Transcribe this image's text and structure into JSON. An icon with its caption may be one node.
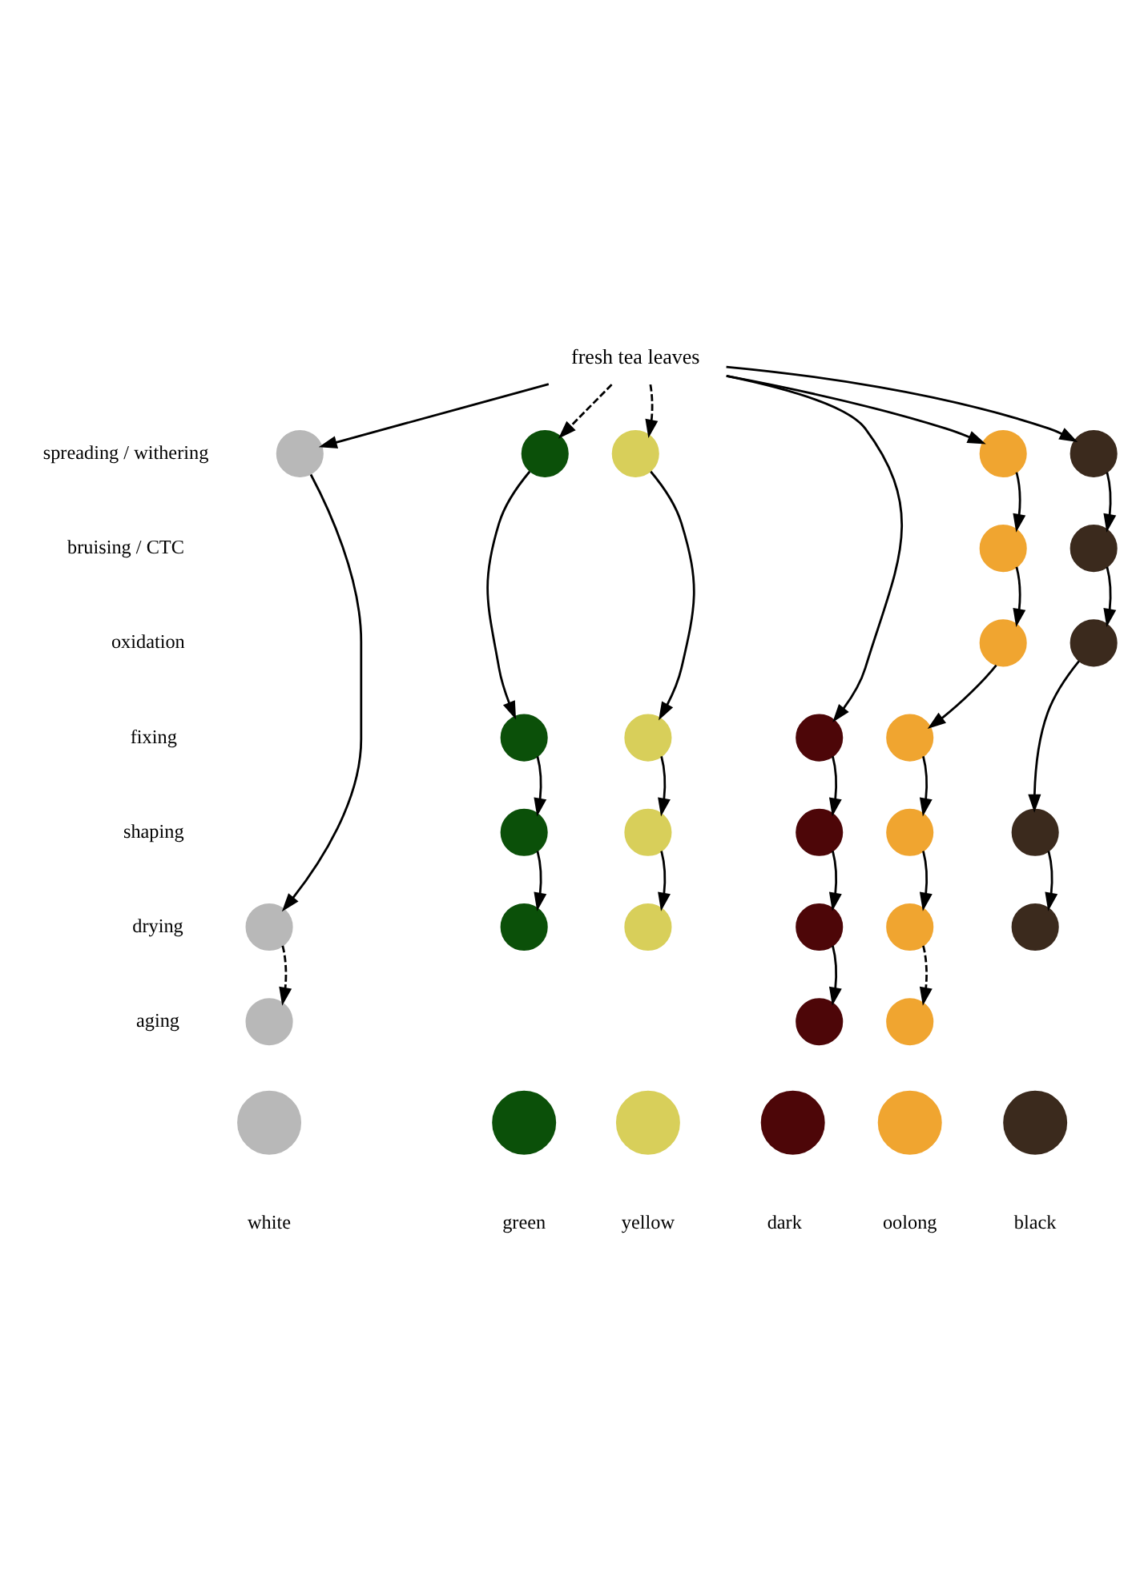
{
  "diagram": {
    "nodes": [
      {
        "text": [
          "fresh tea leaves"
        ]
      },
      {
        "text": [],
        "shape": "circle"
      },
      {
        "text": [],
        "shape": "circle"
      },
      {
        "text": [],
        "shape": "circle"
      },
      {
        "text": [],
        "shape": "circle"
      },
      {
        "text": [],
        "shape": "circle"
      },
      {
        "text": [],
        "shape": "circle"
      },
      {
        "text": [],
        "shape": "circle"
      },
      {
        "text": [],
        "shape": "circle"
      },
      {
        "text": [],
        "shape": "circle"
      },
      {
        "text": [],
        "shape": "circle"
      },
      {
        "text": [],
        "shape": "circle"
      },
      {
        "text": [],
        "shape": "circle"
      },
      {
        "text": [],
        "shape": "circle"
      },
      {
        "text": [],
        "shape": "circle"
      },
      {
        "text": [],
        "shape": "circle"
      },
      {
        "text": [],
        "shape": "circle"
      },
      {
        "text": [],
        "shape": "circle"
      },
      {
        "text": [],
        "shape": "circle"
      },
      {
        "text": [],
        "shape": "circle"
      },
      {
        "text": [],
        "shape": "circle"
      },
      {
        "text": [],
        "shape": "circle"
      },
      {
        "text": [],
        "shape": "circle"
      },
      {
        "text": [],
        "shape": "circle"
      },
      {
        "text": [],
        "shape": "circle"
      },
      {
        "text": [],
        "shape": "circle"
      },
      {
        "text": [],
        "shape": "circle"
      },
      {
        "text": [],
        "shape": "circle"
      },
      {
        "text": [],
        "shape": "circle"
      },
      {
        "text": [],
        "shape": "circle"
      },
      {
        "text": [],
        "shape": "circle"
      },
      {
        "text": [],
        "shape": "circle"
      },
      {
        "text": [],
        "shape": "circle"
      },
      {
        "text": [],
        "shape": "circle"
      }
    ],
    "edges": [
      {
        "from": 0,
        "to": 1,
        "arrow": "to"
      },
      {
        "from": 0,
        "to": 2,
        "arrow": "to",
        "style": "dashed"
      },
      {
        "from": 0,
        "to": 3,
        "arrow": "to",
        "style": "dashed"
      },
      {
        "from": 0,
        "to": 12,
        "arrow": "to"
      },
      {
        "from": 0,
        "to": 4,
        "arrow": "to"
      },
      {
        "from": 0,
        "to": 5,
        "arrow": "to"
      },
      {
        "from": 1,
        "to": 19,
        "arrow": "to"
      },
      {
        "from": 19,
        "to": 25,
        "arrow": "to",
        "style": "dashed"
      },
      {
        "from": 2,
        "to": 10,
        "arrow": "to"
      },
      {
        "from": 10,
        "to": 14,
        "arrow": "to"
      },
      {
        "from": 14,
        "to": 20,
        "arrow": "to"
      },
      {
        "from": 3,
        "to": 11,
        "arrow": "to"
      },
      {
        "from": 11,
        "to": 15,
        "arrow": "to"
      },
      {
        "from": 15,
        "to": 21,
        "arrow": "to"
      },
      {
        "from": 12,
        "to": 16,
        "arrow": "to"
      },
      {
        "from": 16,
        "to": 22,
        "arrow": "to"
      },
      {
        "from": 22,
        "to": 26,
        "arrow": "to"
      },
      {
        "from": 4,
        "to": 6,
        "arrow": "to"
      },
      {
        "from": 6,
        "to": 8,
        "arrow": "to"
      },
      {
        "from": 8,
        "to": 13,
        "arrow": "to"
      },
      {
        "from": 13,
        "to": 17,
        "arrow": "to"
      },
      {
        "from": 17,
        "to": 23,
        "arrow": "to"
      },
      {
        "from": 23,
        "to": 27,
        "arrow": "to",
        "style": "dashed"
      },
      {
        "from": 5,
        "to": 7,
        "arrow": "to"
      },
      {
        "from": 7,
        "to": 9,
        "arrow": "to"
      },
      {
        "from": 9,
        "to": 18,
        "arrow": "to"
      },
      {
        "from": 18,
        "to": 24,
        "arrow": "to"
      }
    ],
    "labels": [
      "spreading / withering",
      "bruising / CTC",
      "oxidation",
      "fixing",
      "shaping",
      "drying",
      "aging",
      "white",
      "green",
      "yellow",
      "dark",
      "oolong",
      "black"
    ]
  }
}
